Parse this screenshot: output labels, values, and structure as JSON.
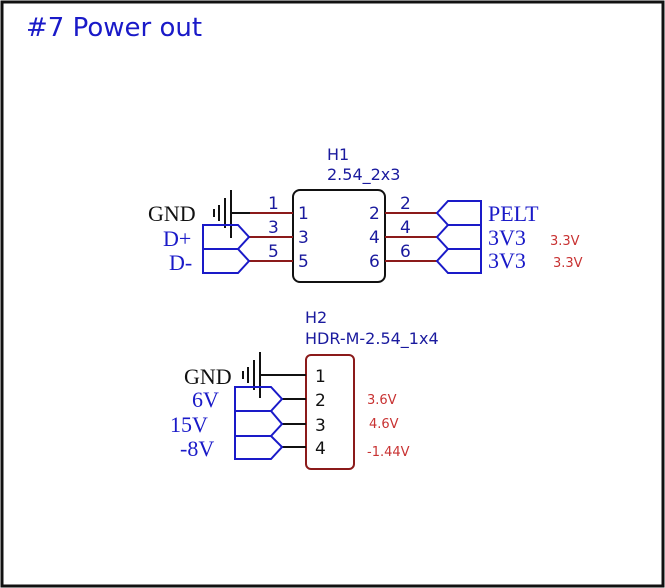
{
  "sheet": {
    "title": "#7 Power out"
  },
  "components": {
    "h1": {
      "designator": "H1",
      "value": "2.54_2x3",
      "left_pins": [
        {
          "number": "1",
          "net": "GND",
          "net_type": "ground"
        },
        {
          "number": "3",
          "net": "D+",
          "net_type": "port"
        },
        {
          "number": "5",
          "net": "D-",
          "net_type": "port"
        }
      ],
      "right_pins": [
        {
          "number": "2",
          "net": "PELT",
          "net_type": "port",
          "annotation": ""
        },
        {
          "number": "4",
          "net": "3V3",
          "net_type": "port",
          "annotation": "3.3V"
        },
        {
          "number": "6",
          "net": "3V3",
          "net_type": "port",
          "annotation": "3.3V"
        }
      ]
    },
    "h2": {
      "designator": "H2",
      "value": "HDR-M-2.54_1x4",
      "pins": [
        {
          "number": "1",
          "net": "GND",
          "net_type": "ground",
          "annotation": ""
        },
        {
          "number": "2",
          "net": "6V",
          "net_type": "port",
          "annotation": "3.6V"
        },
        {
          "number": "3",
          "net": "15V",
          "net_type": "port",
          "annotation": "4.6V"
        },
        {
          "number": "4",
          "net": "-8V",
          "net_type": "port",
          "annotation": "-1.44V"
        }
      ]
    }
  },
  "colors": {
    "title": "#1a1ac8",
    "wire_h1": "#8b1a1a",
    "wire_h2": "#111111",
    "component_outline_h1": "#111111",
    "component_outline_h2": "#8b1a1a",
    "port_outline": "#1a1ac8",
    "annotation": "#c83232",
    "frame": "#111111"
  }
}
